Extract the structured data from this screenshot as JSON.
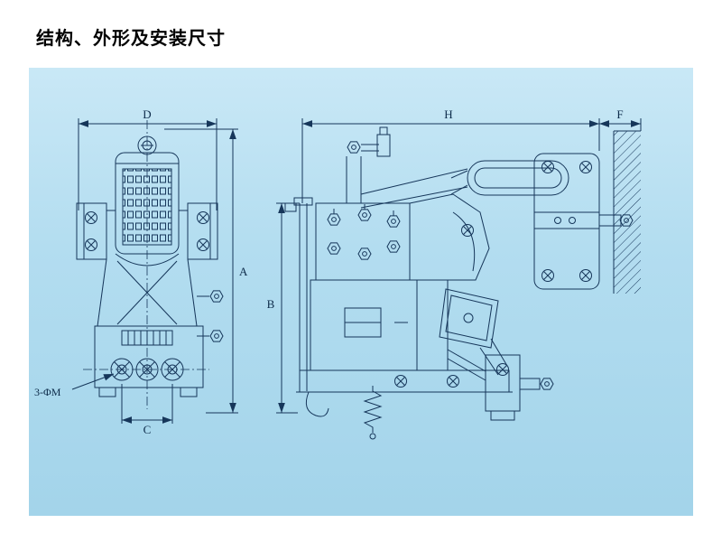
{
  "page": {
    "title": "结构、外形及安装尺寸"
  },
  "drawing": {
    "dimensions": {
      "d": "D",
      "a": "A",
      "b": "B",
      "c": "C",
      "h": "H",
      "f": "F",
      "mounting_holes": "3-ΦM"
    },
    "colors": {
      "panel_top": "#c9e8f6",
      "panel_bottom": "#a3d4ea",
      "line": "#16365a"
    }
  }
}
